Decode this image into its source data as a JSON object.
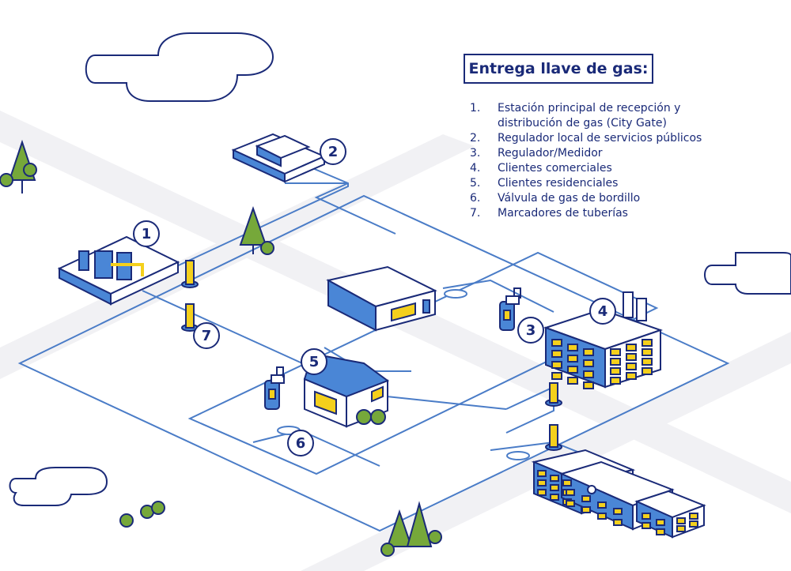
{
  "legend": {
    "title": "Entrega llave de gas:",
    "items": [
      {
        "num": "1.",
        "text": "Estación principal de recepción y distribución de gas (City Gate)"
      },
      {
        "num": "2.",
        "text": "Regulador local de servicios públicos"
      },
      {
        "num": "3.",
        "text": "Regulador/Medidor"
      },
      {
        "num": "4.",
        "text": "Clientes comerciales"
      },
      {
        "num": "5.",
        "text": "Clientes residenciales"
      },
      {
        "num": "6.",
        "text": "Válvula de gas de bordillo"
      },
      {
        "num": "7.",
        "text": "Marcadores de tuberías"
      }
    ]
  },
  "markers": [
    "1",
    "2",
    "3",
    "4",
    "5",
    "6",
    "7"
  ],
  "colors": {
    "navy": "#1a2a78",
    "blue": "#4a86d6",
    "pipe": "#4a7cc7",
    "yellow": "#f4d01c",
    "green": "#76a83a",
    "road": "#f1f1f4"
  }
}
